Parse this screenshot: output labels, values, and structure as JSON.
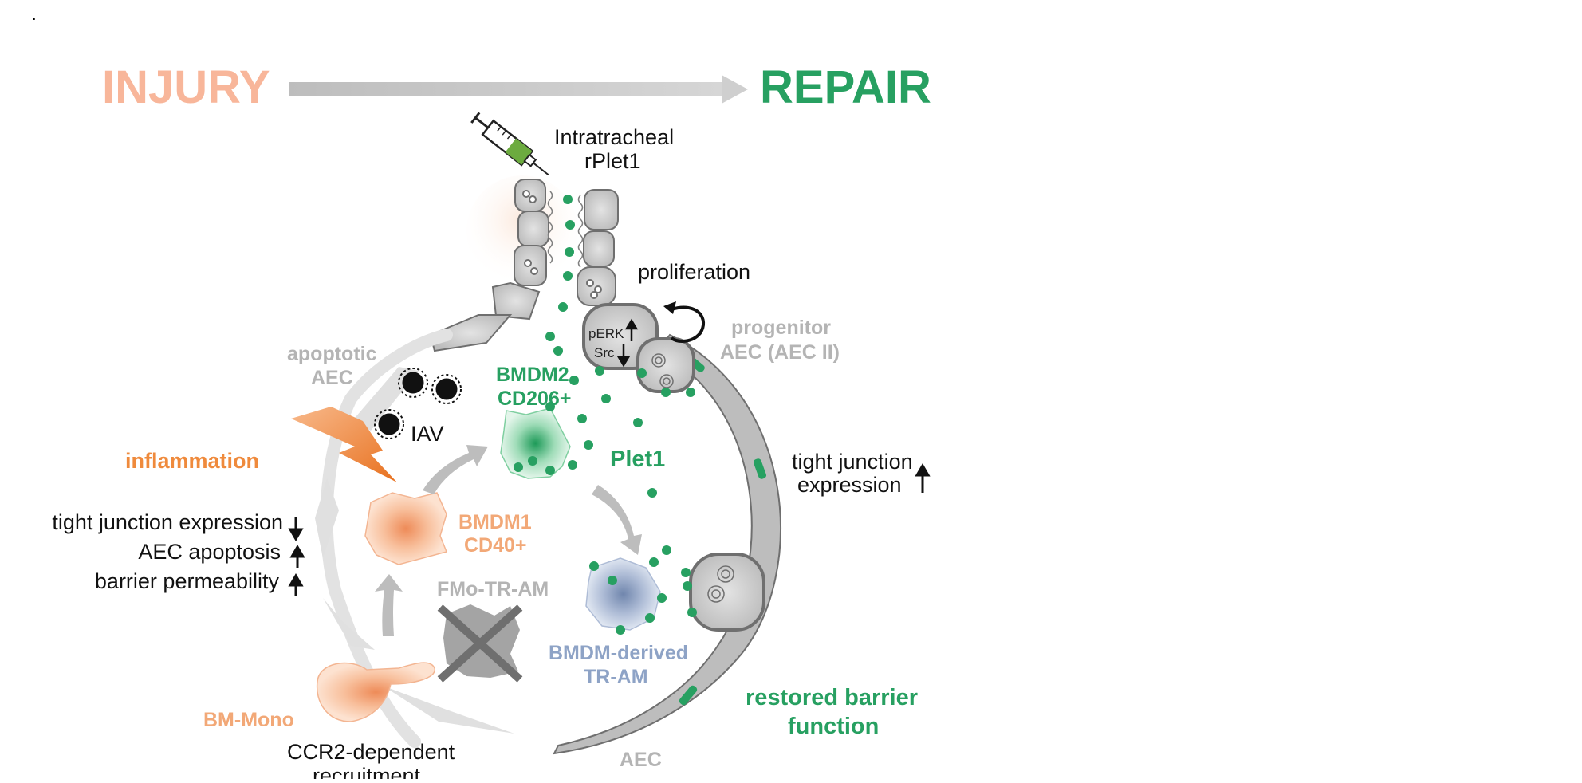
{
  "header": {
    "dot": ".",
    "injury": "INJURY",
    "repair": "REPAIR"
  },
  "labels": {
    "intratracheal_1": "Intratracheal",
    "intratracheal_2": "rPlet1",
    "proliferation": "proliferation",
    "perk": "pERK",
    "src": "Src",
    "progenitor_1": "progenitor",
    "progenitor_2": "AEC (AEC II)",
    "apoptotic_1": "apoptotic",
    "apoptotic_2": "AEC",
    "bmdm2_1": "BMDM2",
    "bmdm2_2": "CD206+",
    "iav": "IAV",
    "inflammation": "inflammation",
    "plet1": "Plet1",
    "tj_expr_1": "tight junction",
    "tj_expr_2": "expression",
    "tj_down": "tight junction expression",
    "aec_apoptosis": "AEC apoptosis",
    "barrier_perm": "barrier permeability",
    "bmdm1_1": "BMDM1",
    "bmdm1_2": "CD40+",
    "fmo_tram": "FMo-TR-AM",
    "bmdm_derived_1": "BMDM-derived",
    "bmdm_derived_2": "TR-AM",
    "restored_1": "restored barrier",
    "restored_2": "function",
    "bm_mono": "BM-Mono",
    "ccr2_1": "CCR2-dependent",
    "ccr2_2": "recruitment",
    "aec": "AEC"
  },
  "colors": {
    "injury": "#f8b69a",
    "repair": "#27a061",
    "plet1_dot": "#27a061",
    "gray_cell": "#c8c8c8",
    "inflammation": "#ef8a3c"
  }
}
